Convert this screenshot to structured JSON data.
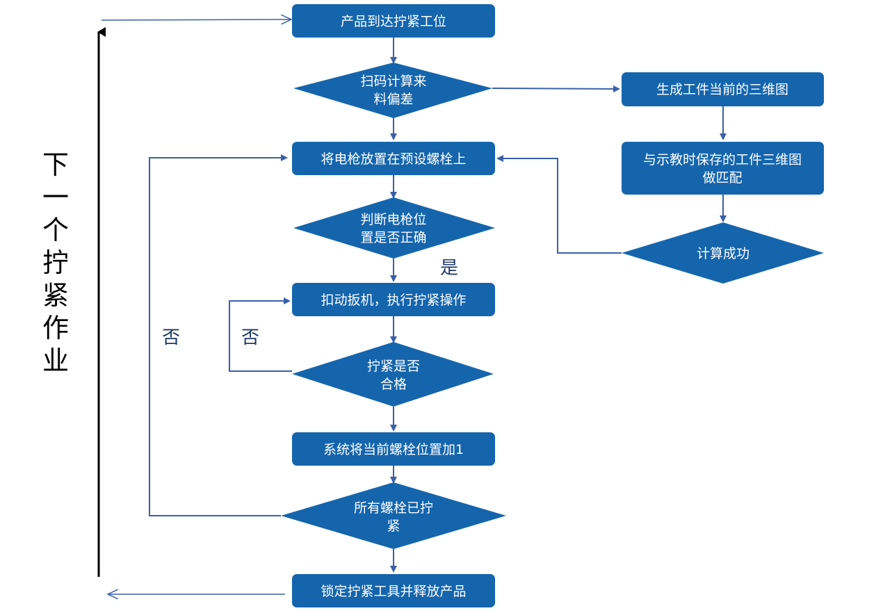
{
  "colors": {
    "node_fill": "#1565ad",
    "connector": "#3b5fa8",
    "text": "#ffffff",
    "label": "#1f3864",
    "side": "#000000"
  },
  "nodes": {
    "arrive": "产品到达拧紧工位",
    "scan_line1": "扫码计算来",
    "scan_line2": "料偏差",
    "place": "将电枪放置在预设螺栓上",
    "judge_line1": "判断电枪位",
    "judge_line2": "置是否正确",
    "trigger": "扣动扳机，执行拧紧操作",
    "check_line1": "拧紧是否",
    "check_line2": "合格",
    "increment": "系统将当前螺栓位置加1",
    "all_line1": "所有螺栓已拧",
    "all_line2": "紧",
    "lock": "锁定拧紧工具并释放产品",
    "generate3d": "生成工件当前的三维图",
    "match_line1": "与示教时保存的工件三维图",
    "match_line2": "做匹配",
    "calc_success": "计算成功"
  },
  "labels": {
    "yes": "是",
    "no_inner": "否",
    "no_outer": "否"
  },
  "side_label": [
    "下",
    "一",
    "个",
    "拧",
    "紧",
    "作",
    "业"
  ]
}
